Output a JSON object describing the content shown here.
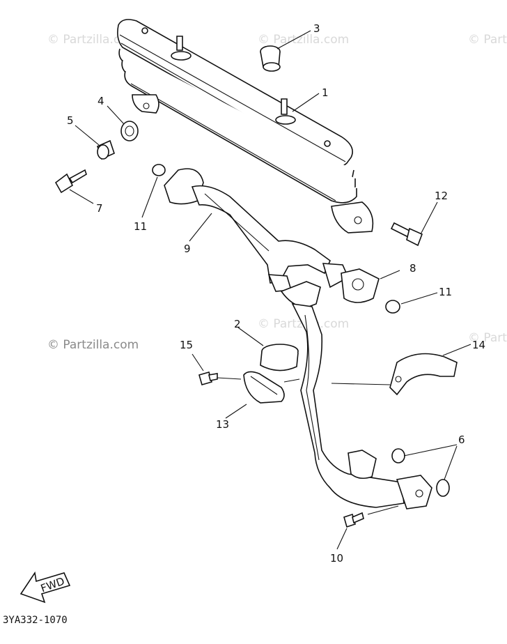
{
  "watermarks": [
    "© Partzilla.com",
    "© Partzilla.com",
    "© Partzilla.com",
    "© Partzilla.com",
    "© Partzilla.com",
    "© Partzilla.com"
  ],
  "callouts": [
    "1",
    "2",
    "3",
    "4",
    "5",
    "6",
    "7",
    "8",
    "9",
    "10",
    "11",
    "11",
    "12",
    "13",
    "14",
    "15"
  ],
  "arrow_label": "FWD",
  "diagram_code": "3YA332-1070"
}
